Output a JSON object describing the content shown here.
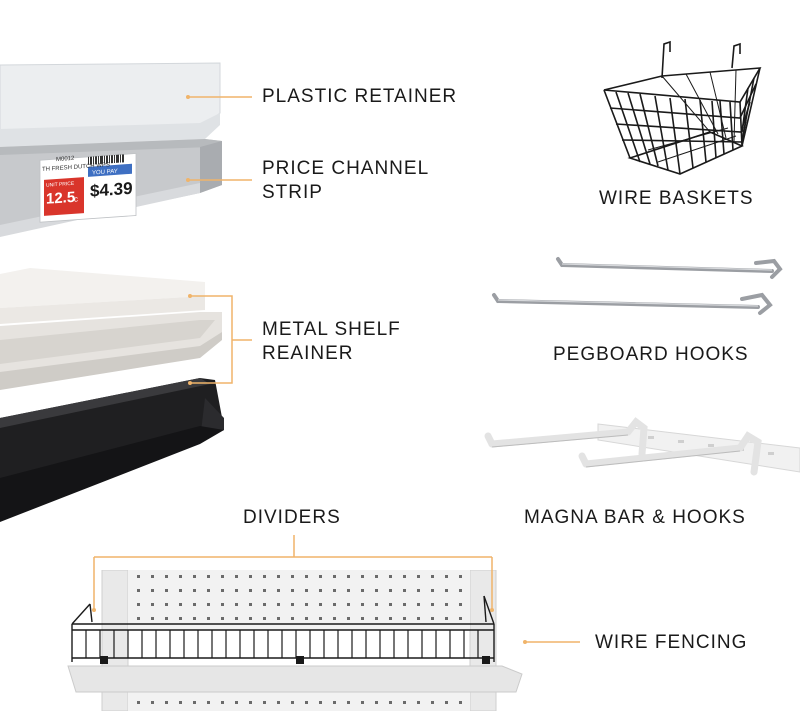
{
  "labels": {
    "plastic_retainer": "PLASTIC RETAINER",
    "price_channel_line1": "PRICE CHANNEL",
    "price_channel_line2": "STRIP",
    "metal_shelf_line1": "METAL SHELF",
    "metal_shelf_line2": "REAINER",
    "dividers": "DIVIDERS",
    "wire_baskets": "WIRE BASKETS",
    "pegboard_hooks": "PEGBOARD HOOKS",
    "magna_bar_hooks": "MAGNA BAR & HOOKS",
    "wire_fencing": "WIRE FENCING"
  },
  "price_tag": {
    "code": "M0012",
    "product": "TH FRESH DUTCH WPS",
    "unit_label": "UNIT PRICE",
    "unit_price": "12.5",
    "unit_suffix": "c",
    "you_pay_label": "YOU PAY",
    "you_pay": "$4.39"
  },
  "colors": {
    "leader_line": "#f0b46a",
    "label_text": "#1a1a1a",
    "tag_red": "#d9352b"
  }
}
